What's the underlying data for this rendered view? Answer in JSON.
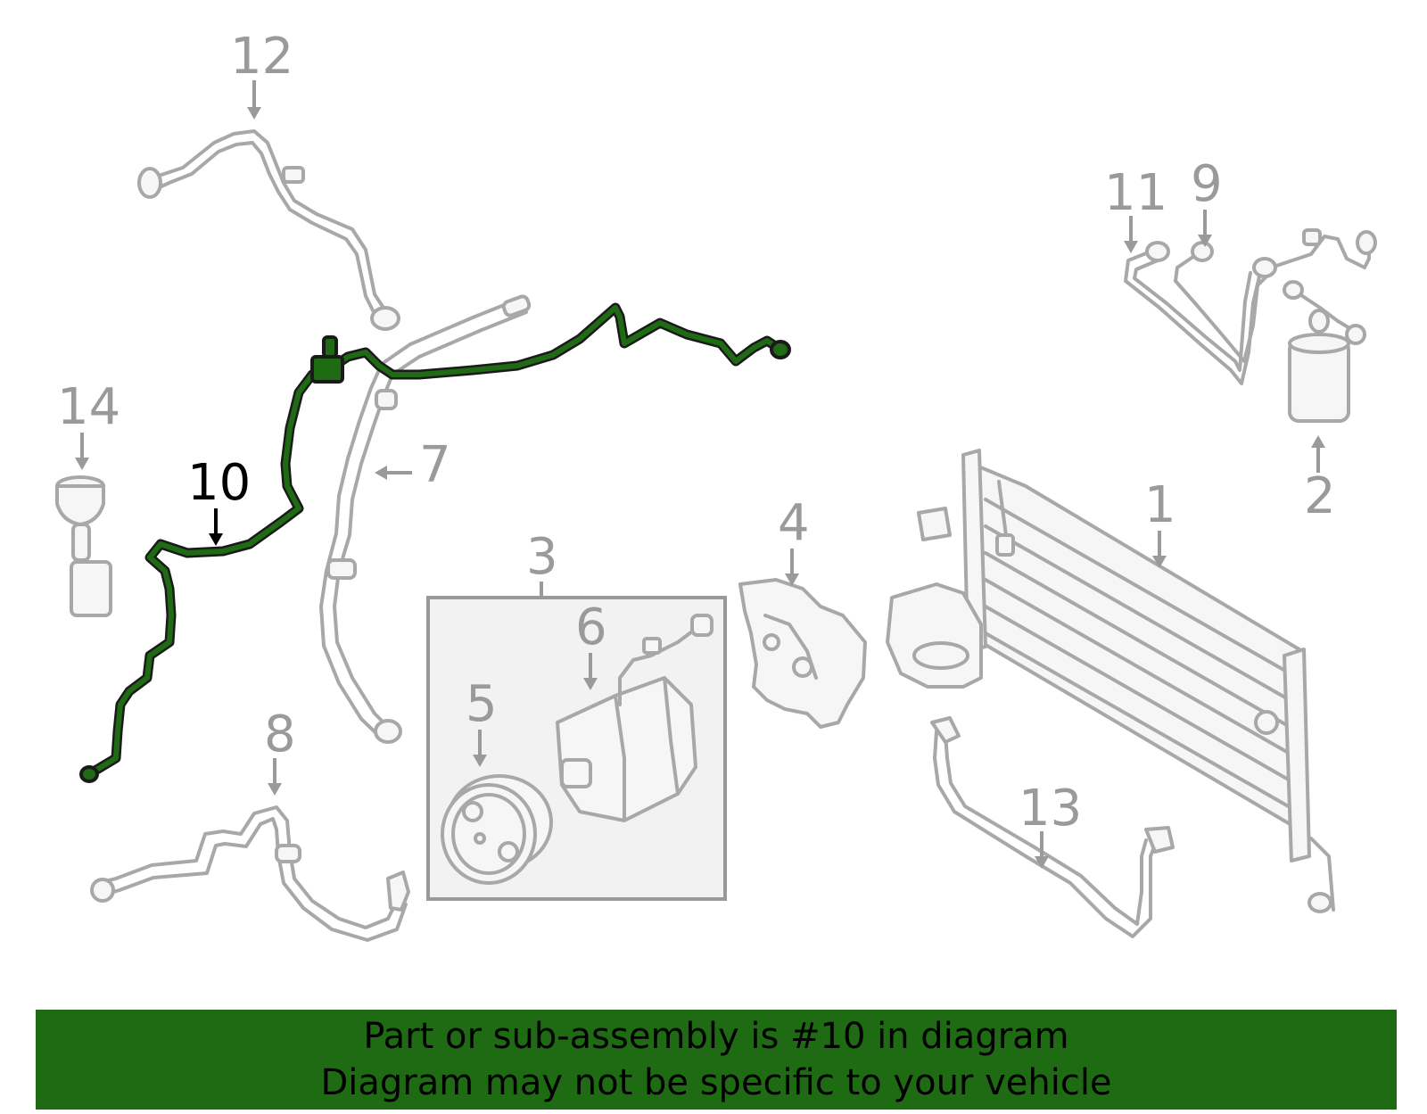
{
  "colors": {
    "highlight": "#1f6b13",
    "banner_bg": "#1f6b13",
    "part_line": "#a8a8a8",
    "callout_text": "#9a9a9a",
    "highlight_text": "#000000"
  },
  "highlighted_part": "10",
  "callouts": {
    "p1": "1",
    "p2": "2",
    "p3": "3",
    "p4": "4",
    "p5": "5",
    "p6": "6",
    "p7": "7",
    "p8": "8",
    "p9": "9",
    "p10": "10",
    "p11": "11",
    "p12": "12",
    "p13": "13",
    "p14": "14"
  },
  "banner": {
    "line1": "Part or sub-assembly is #10 in diagram",
    "line2": "Diagram may not be specific to your vehicle"
  }
}
